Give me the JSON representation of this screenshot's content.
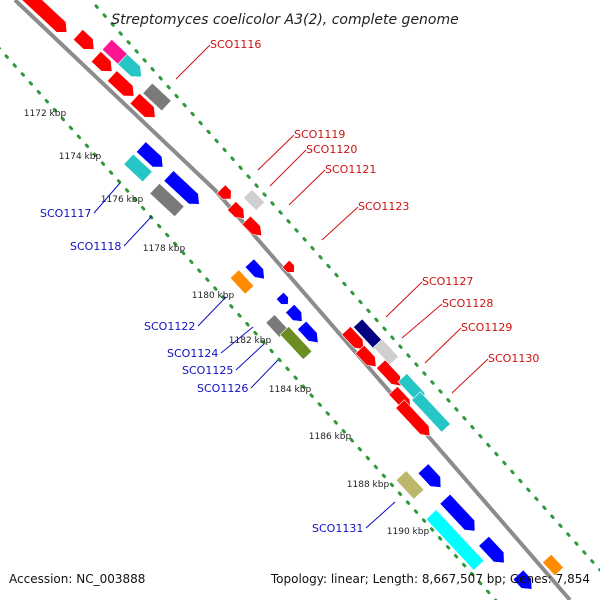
{
  "title": "Streptomyces coelicolor A3(2), complete genome",
  "accession": "Accession: NC_003888",
  "summary": "Topology: linear; Length: 8,667,507 bp; Genes: 7,854",
  "colors": {
    "backbone": "#8c8c8c",
    "grid_outer": "#2e9a3a",
    "grid_inner": "#2e9a3a",
    "forward_label": "#d01010",
    "reverse_label": "#1010c0",
    "red": "#ff0000",
    "blue": "#0000ff",
    "cyan": "#26c6c6",
    "gray": "#7a7a7a",
    "lightgray": "#cfcfcf",
    "magenta": "#ff1493",
    "orange": "#ff8c00",
    "olive": "#6b8e23",
    "khaki": "#bdb76b",
    "navy": "#000080",
    "lightcyan": "#40e0e0",
    "aqua": "#00ffff"
  },
  "ticks": [
    "1172 kbp",
    "1174 kbp",
    "1176 kbp",
    "1178 kbp",
    "1180 kbp",
    "1182 kbp",
    "1184 kbp",
    "1186 kbp",
    "1188 kbp",
    "1190 kbp"
  ],
  "forward_labels": [
    "SCO1116",
    "SCO1119",
    "SCO1120",
    "SCO1121",
    "SCO1123",
    "SCO1127",
    "SCO1128",
    "SCO1129",
    "SCO1130"
  ],
  "reverse_labels": [
    "SCO1117",
    "SCO1118",
    "SCO1122",
    "SCO1124",
    "SCO1125",
    "SCO1126",
    "SCO1131"
  ]
}
